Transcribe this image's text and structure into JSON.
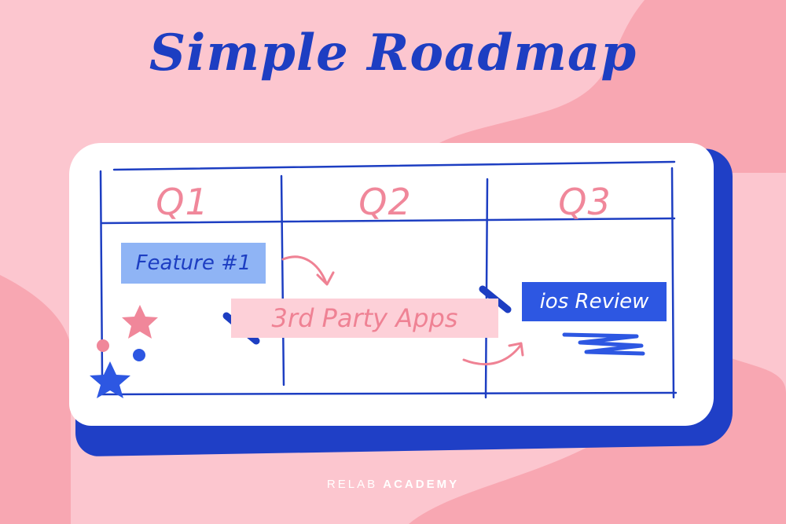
{
  "title": "Simple Roadmap",
  "quarters": [
    "Q1",
    "Q2",
    "Q3"
  ],
  "tasks": {
    "feature": "Feature #1",
    "apps": "3rd Party Apps",
    "ios": "ios Review"
  },
  "footer": {
    "brand_part1": "RELAB",
    "brand_part2": "ACADEMY"
  },
  "colors": {
    "background": "#fcc6cf",
    "background_blob": "#f8a7b2",
    "primary_blue": "#1d3ec2",
    "pink": "#f0879a",
    "light_blue": "#8fb4f5",
    "white": "#ffffff"
  },
  "icons": [
    "star-icon",
    "dot-icon",
    "arrow-icon",
    "scribble-icon"
  ]
}
